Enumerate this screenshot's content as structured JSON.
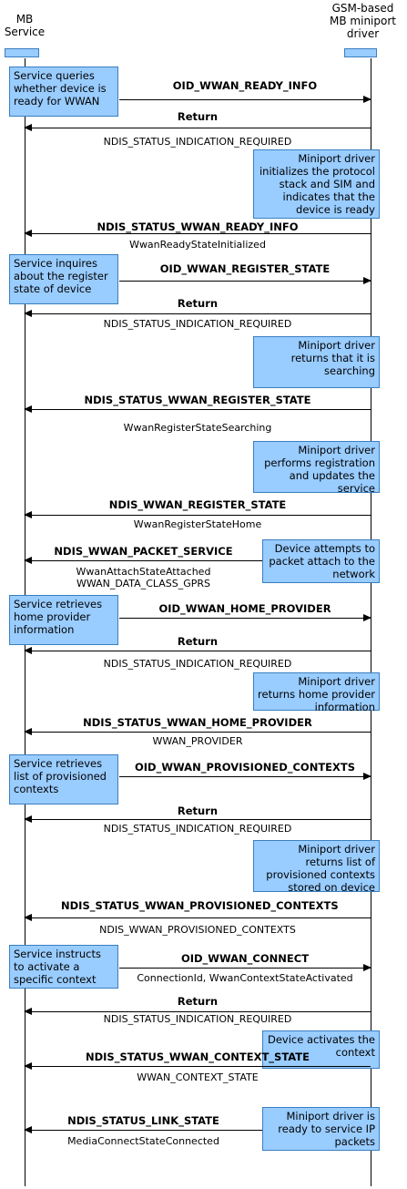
{
  "participants": {
    "left": "MB\nService",
    "right": "GSM-based\nMB miniport\ndriver"
  },
  "notes": [
    "Service queries whether device is ready for WWAN",
    "Miniport driver initializes the protocol stack and SIM and indicates that the device is ready",
    "Service inquires about the register state of device",
    "Miniport driver returns that it is searching",
    "Miniport driver performs registration and updates the service",
    "Device attempts to packet attach to the network",
    "Service retrieves home provider information",
    "Miniport driver returns home provider information",
    "Service retrieves list of provisioned contexts",
    "Miniport driver returns list of provisioned contexts stored on device",
    "Service instructs to activate a specific context",
    "Device activates the context",
    "Miniport driver is ready to service IP packets"
  ],
  "messages": [
    {
      "label": "OID_WWAN_READY_INFO",
      "sub": "",
      "dir": "right"
    },
    {
      "label": "Return",
      "sub": "NDIS_STATUS_INDICATION_REQUIRED",
      "dir": "left"
    },
    {
      "label": "NDIS_STATUS_WWAN_READY_INFO",
      "sub": "WwanReadyStateInitialized",
      "dir": "left"
    },
    {
      "label": "OID_WWAN_REGISTER_STATE",
      "sub": "",
      "dir": "right"
    },
    {
      "label": "Return",
      "sub": "NDIS_STATUS_INDICATION_REQUIRED",
      "dir": "left"
    },
    {
      "label": "NDIS_STATUS_WWAN_REGISTER_STATE",
      "sub": "WwanRegisterStateSearching",
      "dir": "left"
    },
    {
      "label": "NDIS_WWAN_REGISTER_STATE",
      "sub": "WwanRegisterStateHome",
      "dir": "left"
    },
    {
      "label": "NDIS_WWAN_PACKET_SERVICE",
      "sub": "WwanAttachStateAttached\nWWAN_DATA_CLASS_GPRS",
      "dir": "left"
    },
    {
      "label": "OID_WWAN_HOME_PROVIDER",
      "sub": "",
      "dir": "right"
    },
    {
      "label": "Return",
      "sub": "NDIS_STATUS_INDICATION_REQUIRED",
      "dir": "left"
    },
    {
      "label": "NDIS_STATUS_WWAN_HOME_PROVIDER",
      "sub": "WWAN_PROVIDER",
      "dir": "left"
    },
    {
      "label": "OID_WWAN_PROVISIONED_CONTEXTS",
      "sub": "",
      "dir": "right"
    },
    {
      "label": "Return",
      "sub": "NDIS_STATUS_INDICATION_REQUIRED",
      "dir": "left"
    },
    {
      "label": "NDIS_STATUS_WWAN_PROVISIONED_CONTEXTS",
      "sub": "NDIS_WWAN_PROVISIONED_CONTEXTS",
      "dir": "left"
    },
    {
      "label": "OID_WWAN_CONNECT",
      "sub": "ConnectionId, WwanContextStateActivated",
      "dir": "right"
    },
    {
      "label": "Return",
      "sub": "NDIS_STATUS_INDICATION_REQUIRED",
      "dir": "left"
    },
    {
      "label": "NDIS_STATUS_WWAN_CONTEXT_STATE",
      "sub": "WWAN_CONTEXT_STATE",
      "dir": "left"
    },
    {
      "label": "NDIS_STATUS_LINK_STATE",
      "sub": "MediaConnectStateConnected",
      "dir": "left"
    }
  ],
  "colors": {
    "note_fill": "#99ccff",
    "note_border": "#3a7fc0",
    "line": "#000000"
  }
}
